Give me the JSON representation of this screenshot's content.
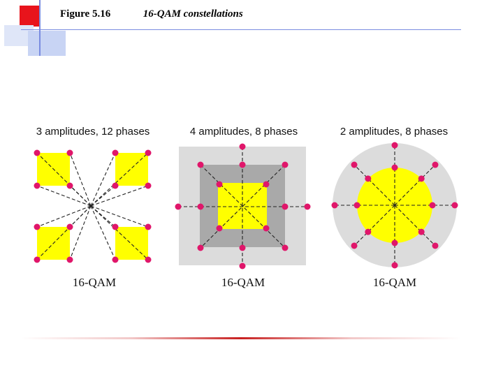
{
  "header": {
    "figure_label": "Figure 5.16",
    "caption": "16-QAM constellations"
  },
  "colors": {
    "accent_red": "#e8141c",
    "accent_blue": "#7a8ce0",
    "accent_light_blue": "#c8d4f4",
    "point": "#e0166a",
    "yellow": "#ffff00",
    "light_gray": "#dcdcdc",
    "mid_gray": "#a9a9a9"
  },
  "panels": [
    {
      "title": "3 amplitudes, 12 phases",
      "label": "16-QAM"
    },
    {
      "title": "4 amplitudes, 8 phases",
      "label": "16-QAM"
    },
    {
      "title": "2 amplitudes, 8 phases",
      "label": "16-QAM"
    }
  ]
}
